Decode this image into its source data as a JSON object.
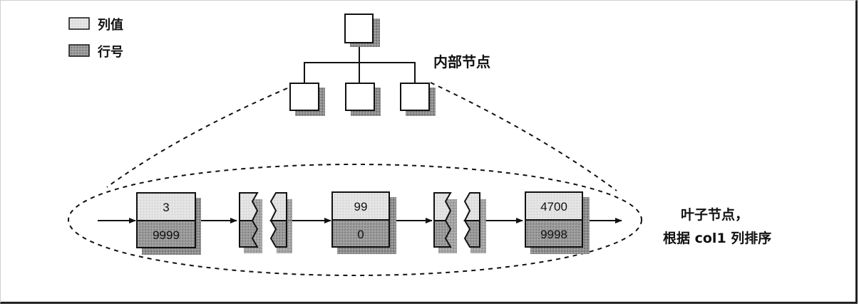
{
  "legend": {
    "items": [
      {
        "label": "列值",
        "swatch": "column-value",
        "color": "#e4e4e4"
      },
      {
        "label": "行号",
        "swatch": "row-number",
        "color": "#9a9a9a"
      }
    ]
  },
  "internal_nodes": {
    "label": "内部节点",
    "root_count": 1,
    "child_count": 3
  },
  "leaf_nodes": {
    "label_line1": "叶子节点，",
    "label_line2": "根据 col1 列排序",
    "entries": [
      {
        "column_value": "3",
        "row_number": "9999"
      },
      {
        "column_value": "99",
        "row_number": "0"
      },
      {
        "column_value": "4700",
        "row_number": "9998"
      }
    ]
  },
  "colors": {
    "column_value_fill": "#e4e4e4",
    "row_number_fill": "#9a9a9a",
    "shadow": "#8a8a8a",
    "stroke": "#111111"
  }
}
